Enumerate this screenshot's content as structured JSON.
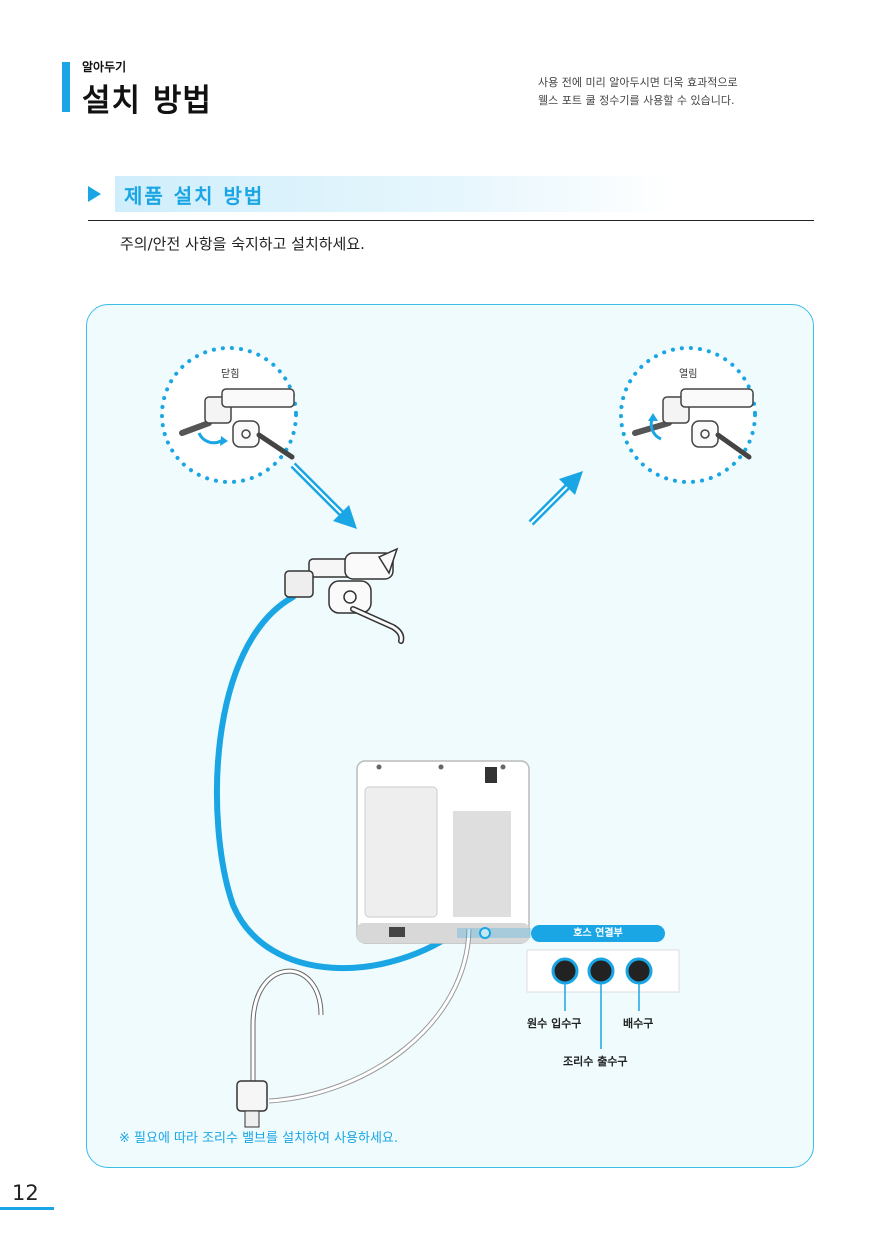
{
  "header": {
    "kicker": "알아두기",
    "title": "설치 방법",
    "intro_line1": "사용 전에 미리 알아두시면 더욱 효과적으로",
    "intro_line2": "웰스 포트 쿨 정수기를 사용할 수 있습니다."
  },
  "section": {
    "title": "제품 설치 방법",
    "instruction": "주의/안전 사항을 숙지하고 설치하세요."
  },
  "illustration": {
    "closed_label": "닫힘",
    "open_label": "열림",
    "hose_connection_label": "호스 연결부",
    "ports": {
      "raw_water_inlet": "원수 입수구",
      "cooking_water_outlet": "조리수 출수구",
      "drain": "배수구"
    },
    "note": "※ 필요에 따라 조리수 밸브를 설치하여 사용하세요."
  },
  "colors": {
    "accent": "#1aa6e4",
    "panel_bg": "#f0fbfe",
    "panel_border": "#3dbde9"
  },
  "footer": {
    "page_number": "12"
  }
}
